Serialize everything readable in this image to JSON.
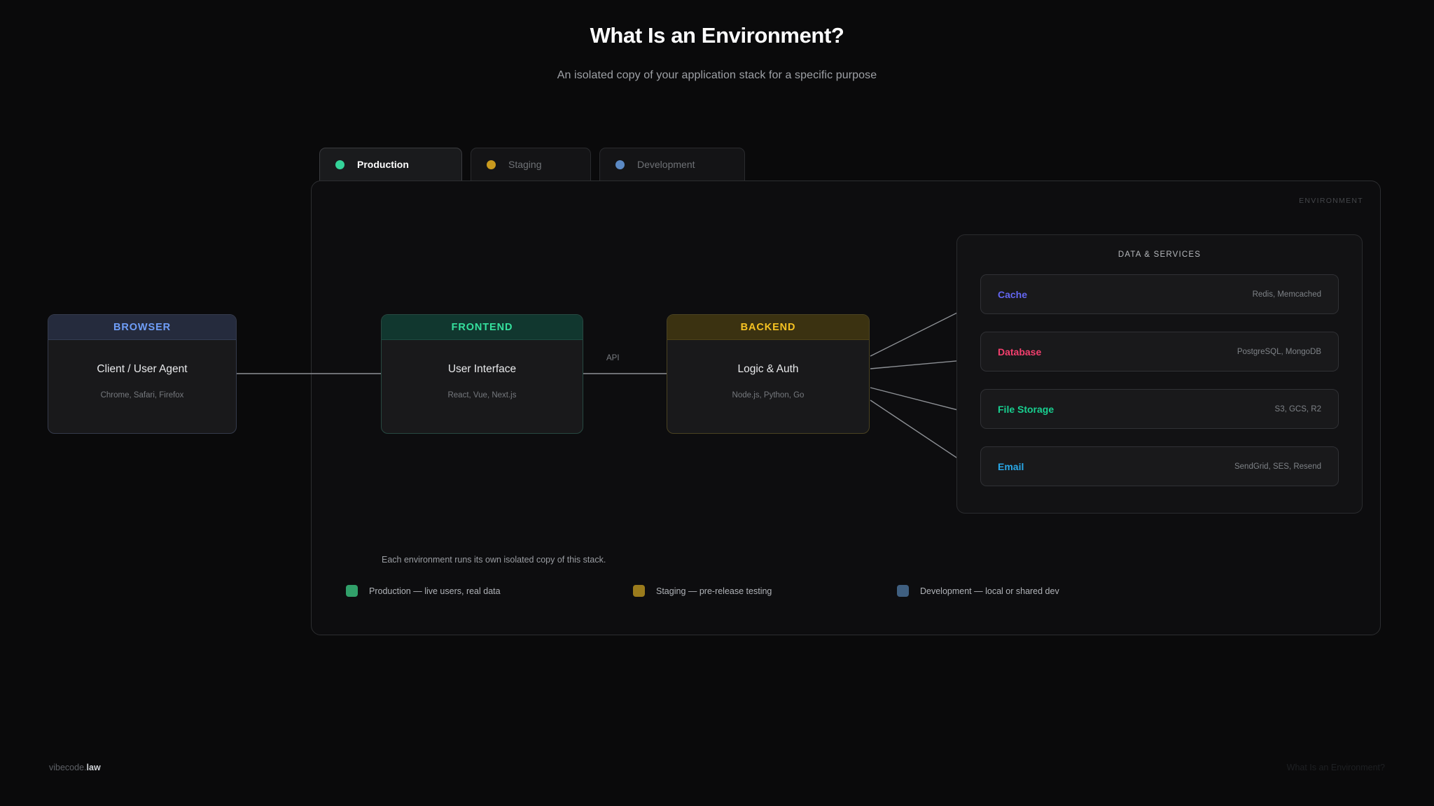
{
  "header": {
    "title": "What Is an Environment?",
    "subtitle": "An isolated copy of your application stack for a specific purpose"
  },
  "tabs": [
    {
      "label": "Production",
      "dot_color": "#34d399",
      "active": true
    },
    {
      "label": "Staging",
      "dot_color": "#c99a1e",
      "active": false
    },
    {
      "label": "Development",
      "dot_color": "#5b89c4",
      "active": false
    }
  ],
  "environment": {
    "tag": "ENVIRONMENT",
    "nodes": [
      {
        "kind": "BROWSER",
        "title": "Client / User Agent",
        "tech": "Chrome, Safari, Firefox",
        "accent": "#6f9ef8"
      },
      {
        "kind": "FRONTEND",
        "title": "User Interface",
        "tech": "React, Vue, Next.js",
        "accent": "#35e09d"
      },
      {
        "kind": "BACKEND",
        "title": "Logic & Auth",
        "tech": "Node.js, Python, Go",
        "accent": "#f5c222"
      }
    ],
    "api_label": "API",
    "services": {
      "title": "DATA & SERVICES",
      "rows": [
        {
          "name": "Cache",
          "tech": "Redis, Memcached",
          "accent": "#6366f1"
        },
        {
          "name": "Database",
          "tech": "PostgreSQL, MongoDB",
          "accent": "#f43f6e"
        },
        {
          "name": "File Storage",
          "tech": "S3, GCS, R2",
          "accent": "#18d090"
        },
        {
          "name": "Email",
          "tech": "SendGrid, SES, Resend",
          "accent": "#29a8e8"
        }
      ]
    },
    "footnote": "Each environment runs its own isolated copy of this stack.",
    "legend": [
      {
        "text": "Production — live users, real data",
        "color": "#31a06a"
      },
      {
        "text": "Staging — pre-release testing",
        "color": "#9a7b1c"
      },
      {
        "text": "Development — local or shared dev",
        "color": "#3f5f80"
      }
    ]
  },
  "footer": {
    "brand_prefix": "vibecode.",
    "brand_suffix": "law",
    "right_label": "What Is an Environment?"
  }
}
